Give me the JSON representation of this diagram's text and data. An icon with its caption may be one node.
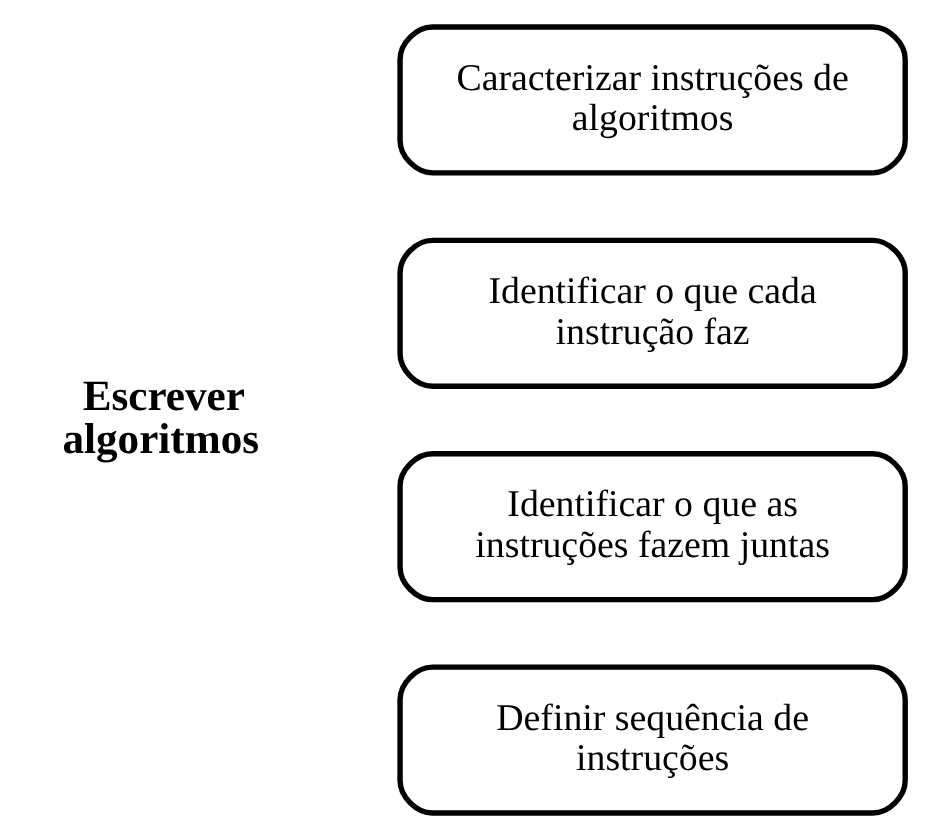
{
  "diagram": {
    "nodes": [
      {
        "text": [
          "Caracterizar instruções de algoritmos"
        ]
      },
      {
        "text": [
          "Identificar o que cada instrução faz"
        ]
      },
      {
        "text": [
          "Identificar o que as instruções fazem juntas"
        ]
      },
      {
        "text": [
          "Definir sequência de instruções"
        ]
      }
    ],
    "labels": [
      "Escrever algoritmos"
    ]
  }
}
